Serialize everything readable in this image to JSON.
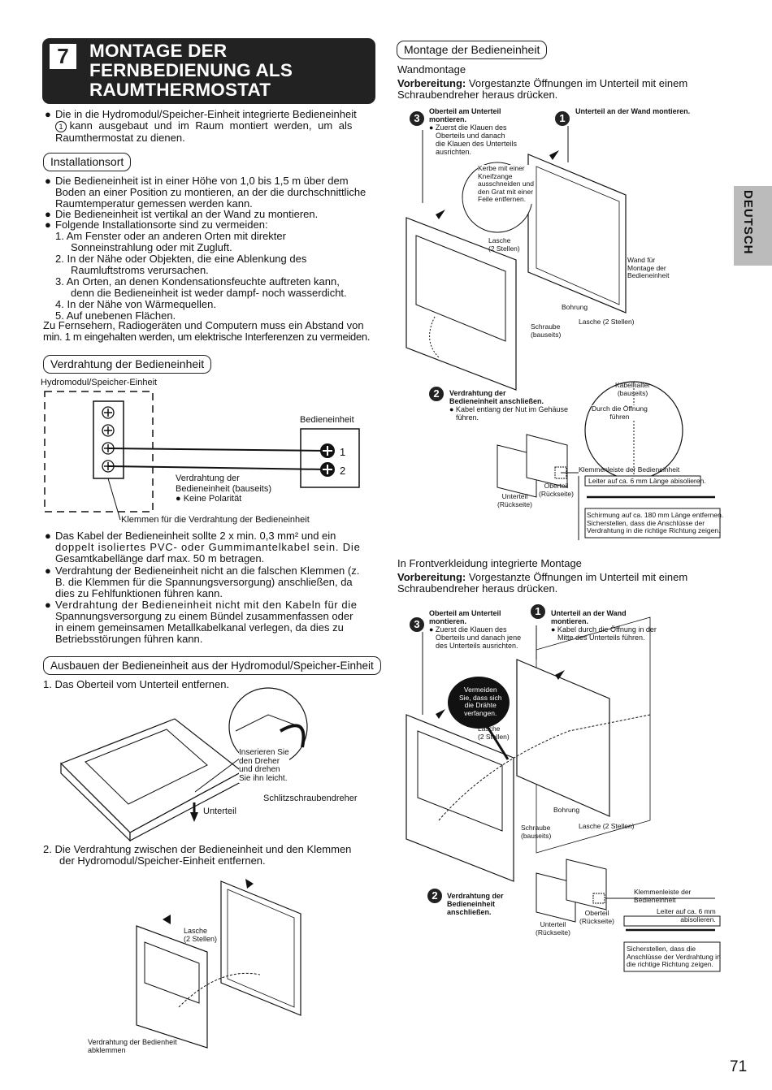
{
  "section": {
    "number": "7",
    "title_lines": [
      "MONTAGE DER",
      "FERNBEDIENUNG ALS",
      "RAUMTHERMOSTAT"
    ]
  },
  "side_tab": "DEUTSCH",
  "page_number": "71",
  "intro": {
    "line1": "Die in die Hydromodul/Speicher-Einheit integrierte Bedieneinheit",
    "ref": "1",
    "line2": "kann ausgebaut und im Raum montiert werden, um als",
    "line3": "Raumthermostat zu dienen."
  },
  "installationsort": {
    "heading": "Installationsort",
    "b1": [
      "Die Bedieneinheit ist in einer Höhe von 1,0 bis 1,5 m über dem",
      "Boden an einer Position zu montieren, an der die durchschnittliche",
      "Raumtemperatur gemessen werden kann."
    ],
    "b2": "Die Bedieneinheit ist vertikal an der Wand zu montieren.",
    "b3": "Folgende Installationsorte sind zu vermeiden:",
    "items": [
      "1.  Am Fenster oder an anderen Orten mit direkter",
      "Sonneinstrahlung oder mit Zugluft.",
      "2.  In der Nähe oder Objekten, die eine Ablenkung des",
      "Raumluftstroms verursachen.",
      "3.  An Orten, an denen Kondensationsfeuchte auftreten kann,",
      "denn die Bedieneinheit ist weder dampf- noch wasserdicht.",
      "4.  In der Nähe von Wärmequellen.",
      "5.  Auf unebenen Flächen."
    ],
    "note": [
      "Zu Fernsehern, Radiogeräten und Computern muss ein Abstand von",
      "min. 1 m eingehalten werden, um elektrische Interferenzen zu vermeiden."
    ]
  },
  "verdrahtung": {
    "heading": "Verdrahtung der Bedieneinheit",
    "unit_label": "Hydromodul/Speicher-Einheit",
    "remote_label": "Bedieneinheit",
    "t1": "1",
    "t2": "2",
    "wiring_label": [
      "Verdrahtung der",
      "Bedieneinheit (bauseits)",
      "● Keine Polarität"
    ],
    "terminal_label": "Klemmen für die Verdrahtung der Bedieneinheit",
    "b1": [
      "Das Kabel der Bedieneinheit sollte 2 x min. 0,3 mm² und ein",
      "doppelt isoliertes PVC- oder Gummimantelkabel sein. Die",
      "Gesamtkabellänge darf max. 50 m betragen."
    ],
    "b2": [
      "Verdrahtung der Bedieneinheit nicht an die falschen Klemmen (z.",
      "B. die Klemmen für die Spannungsversorgung) anschließen, da",
      "dies zu Fehlfunktionen führen kann."
    ],
    "b3": [
      "Verdrahtung der Bedieneinheit nicht mit den Kabeln für die",
      "Spannungsversorgung zu einem Bündel zusammenfassen oder",
      "in einem gemeinsamen Metallkabelkanal verlegen, da dies zu",
      "Betriebsstörungen führen kann."
    ]
  },
  "ausbauen": {
    "heading": "Ausbauen der Bedieneinheit aus der Hydromodul/Speicher-Einheit",
    "step1": "1.  Das Oberteil vom Unterteil entfernen.",
    "insert_label": [
      "Inserieren Sie",
      "den Dreher",
      "und drehen",
      "Sie ihn leicht."
    ],
    "slot_label": "Schlitzschraubendreher",
    "unterteil": "Unterteil",
    "step2": [
      "2.  Die Verdrahtung zwischen der Bedieneinheit und den Klemmen",
      "der Hydromodul/Speicher-Einheit entfernen."
    ],
    "lasche": [
      "Lasche",
      "(2 Stellen)"
    ],
    "disconnect": [
      "Verdrahtung der Bedienheit",
      "abklemmen"
    ]
  },
  "montage": {
    "heading": "Montage der Bedieneinheit",
    "wand": "Wandmontage",
    "prep_bold": "Vorbereitung:",
    "prep1": "Vorgestanzte Öffnungen im Unterteil mit einem",
    "prep2": "Schraubendreher heraus drücken.",
    "s3_title": [
      "Oberteil am Unterteil",
      "montieren."
    ],
    "s3_text": [
      "● Zuerst die Klauen des",
      "Oberteils und danach",
      "die Klauen des Unterteils",
      "ausrichten."
    ],
    "s1_title": "Unterteil an der Wand montieren.",
    "kerbe": [
      "Kerbe mit einer",
      "Kneifzange",
      "ausschneiden und",
      "den Grat mit einer",
      "Feile entfernen."
    ],
    "lasche": [
      "Lasche",
      "(2 Stellen)"
    ],
    "wand_label": [
      "Wand für",
      "Montage der",
      "Bedieneinheit"
    ],
    "bohrung": "Bohrung",
    "schraube": [
      "Schraube",
      "(bauseits)"
    ],
    "lasche2": "Lasche (2 Stellen)",
    "s2_title": [
      "Verdrahtung der",
      "Bedieneinheit anschließen."
    ],
    "s2_text": [
      "● Kabel entlang der Nut im Gehäuse",
      "führen."
    ],
    "kabelhalter": [
      "Kabelhalter",
      "(bauseits)"
    ],
    "durch": [
      "Durch die Öffnung",
      "führen"
    ],
    "klemmen": "Klemmenleiste der Bedieneinheit",
    "leiter": "Leiter auf ca. 6 mm Länge abisolieren.",
    "oberteil": [
      "Oberteil",
      "(Rückseite)"
    ],
    "unterteil": [
      "Unterteil",
      "(Rückseite)"
    ],
    "schirm": [
      "Schirmung auf ca. 180 mm Länge entfernen.",
      "Sicherstellen, dass die Anschlüsse der",
      "Verdrahtung in die richtige Richtung zeigen."
    ],
    "front": "In Frontverkleidung integrierte Montage",
    "f_s3_title": [
      "Oberteil am Unterteil",
      "montieren."
    ],
    "f_s3_text": [
      "● Zuerst die Klauen des",
      "Oberteils und danach jene",
      "des Unterteils ausrichten."
    ],
    "f_s1_title": [
      "Unterteil an der Wand",
      "montieren."
    ],
    "f_s1_text": [
      "● Kabel durch die Öffnung in der",
      "Mitte des Unterteils führen."
    ],
    "vermeiden": [
      "Vermeiden",
      "Sie, dass sich",
      "die Drähte",
      "verfangen."
    ],
    "f_s2_title": [
      "Verdrahtung der",
      "Bedieneinheit",
      "anschließen."
    ],
    "f_klemmen": [
      "Klemmenleiste der",
      "Bedieneinheit"
    ],
    "f_leiter": [
      "Leiter auf ca. 6 mm",
      "abisolieren."
    ],
    "f_sicher": [
      "Sicherstellen, dass die",
      "Anschlüsse der Verdrahtung in",
      "die richtige Richtung zeigen."
    ]
  }
}
